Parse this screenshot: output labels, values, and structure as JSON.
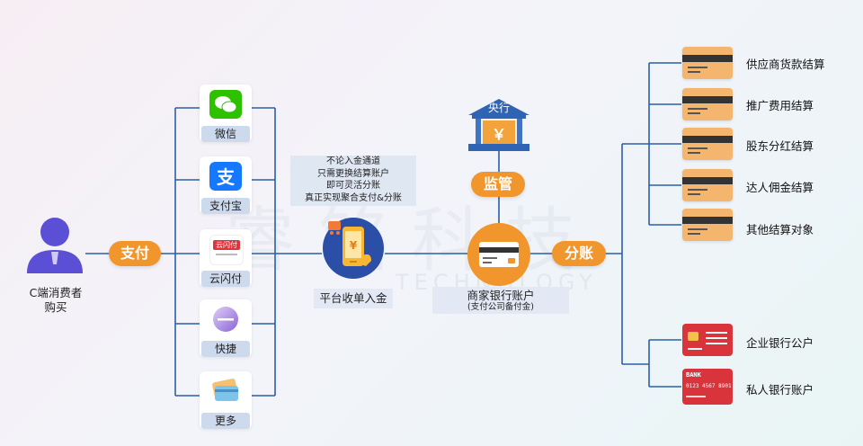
{
  "consumer": {
    "label_line1": "C端消费者",
    "label_line2": "购买"
  },
  "pay_label": "支付",
  "methods": [
    {
      "label": "微信",
      "icon": "wechat-icon"
    },
    {
      "label": "支付宝",
      "icon": "alipay-icon"
    },
    {
      "label": "云闪付",
      "icon": "unionpay-icon"
    },
    {
      "label": "快捷",
      "icon": "quickpay-icon"
    },
    {
      "label": "更多",
      "icon": "more-cards-icon"
    }
  ],
  "unionpay_icon_text": "云闪付",
  "platform": {
    "info_lines": [
      "不论入金通道",
      "只需更换结算账户",
      "即可灵活分账",
      "真正实现聚合支付&分账"
    ],
    "label": "平台收单入金"
  },
  "central_bank": {
    "label": "央行",
    "symbol": "￥"
  },
  "supervision_label": "监管",
  "merchant": {
    "label": "商家银行账户",
    "sub": "(支付公司备付金)"
  },
  "split_label": "分账",
  "targets": [
    {
      "label": "供应商货款结算"
    },
    {
      "label": "推广费用结算"
    },
    {
      "label": "股东分红结算"
    },
    {
      "label": "达人佣金结算"
    },
    {
      "label": "其他结算对象"
    }
  ],
  "bank_targets": [
    {
      "label": "企业银行公户"
    },
    {
      "label": "私人银行账户"
    }
  ],
  "bank_card": {
    "brand": "BANK",
    "number": "0123 4567 8901"
  },
  "watermark": "睿铭科技",
  "watermark_sub": "TECHNOLOGY",
  "colors": {
    "accent": "#f0962d",
    "line": "#2b5fa4",
    "card": "#f4b66f",
    "bank_red": "#d9343c",
    "label_bg": "#cdd9ec"
  }
}
